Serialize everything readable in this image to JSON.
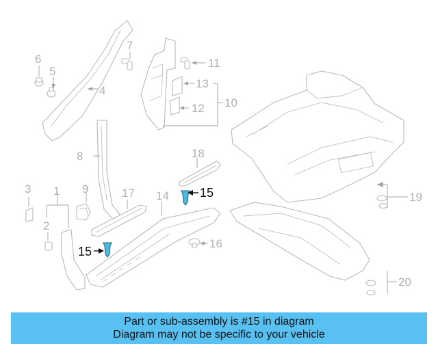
{
  "diagram": {
    "callouts": [
      "1",
      "2",
      "3",
      "4",
      "5",
      "6",
      "7",
      "8",
      "9",
      "10",
      "11",
      "12",
      "13",
      "14",
      "15",
      "15",
      "16",
      "17",
      "18",
      "19",
      "20"
    ],
    "highlight_color": "#4fb8dc"
  },
  "banner": {
    "line1": "Part or sub-assembly is #15 in diagram",
    "line2": "Diagram may not be specific to your vehicle",
    "background": "#59c0f2"
  }
}
